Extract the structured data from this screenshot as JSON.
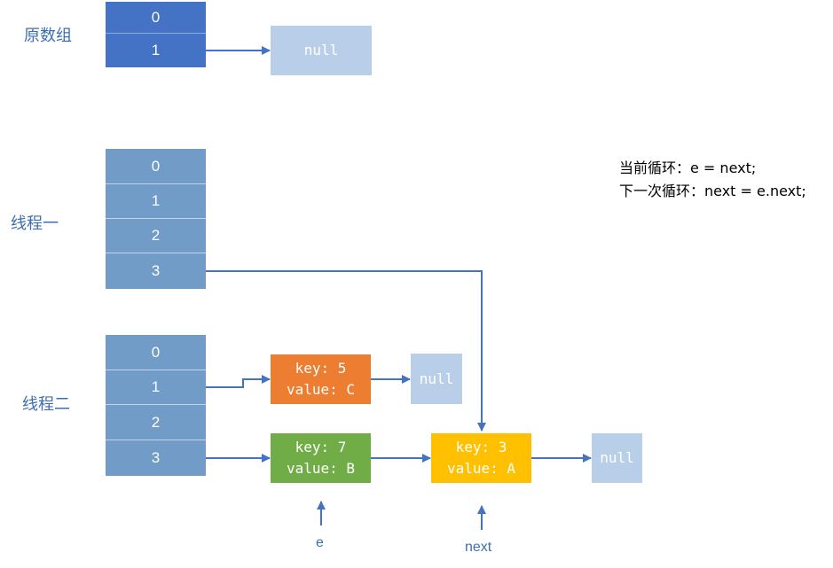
{
  "colors": {
    "arrow": "#4472c4",
    "original_cell": "#4472c4",
    "thread_cell": "#729cc8",
    "null_box": "#b9cfe9",
    "node_c": "#ed7d31",
    "node_b": "#70ad47",
    "node_a": "#ffc000",
    "label_text": "#3d6fb0"
  },
  "original": {
    "label": "原数组",
    "cells": [
      "0",
      "1"
    ],
    "null_label": "null"
  },
  "thread1": {
    "label": "线程一",
    "cells": [
      "0",
      "1",
      "2",
      "3"
    ]
  },
  "thread2": {
    "label": "线程二",
    "cells": [
      "0",
      "1",
      "2",
      "3"
    ]
  },
  "nodes": {
    "c": {
      "key": "key: 5",
      "value": "value: C"
    },
    "b": {
      "key": "key: 7",
      "value": "value: B"
    },
    "a": {
      "key": "key: 3",
      "value": "value: A"
    },
    "null_c": "null",
    "null_a": "null"
  },
  "notes": {
    "line1": "当前循环：e = next;",
    "line2": "下一次循环：next = e.next;"
  },
  "pointers": {
    "e": "e",
    "next": "next"
  }
}
